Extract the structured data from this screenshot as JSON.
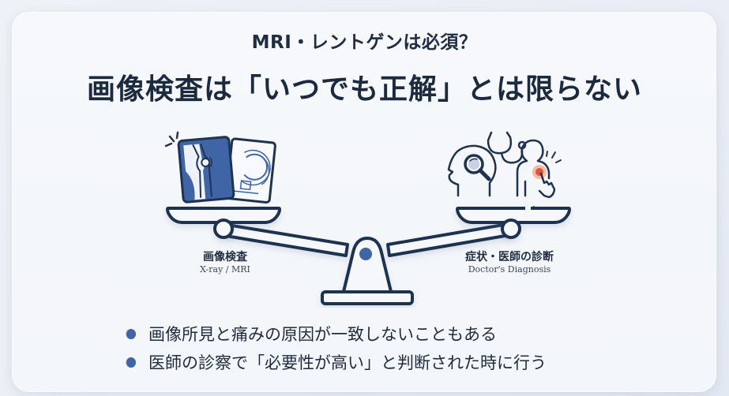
{
  "header": {
    "subtitle": "MRI・レントゲンは必須？",
    "title": "画像検査は「いつでも正解」とは限らない"
  },
  "scale": {
    "left": {
      "label_jp": "画像検査",
      "label_en": "X-ray / MRI",
      "icon": "xray-mri-icon"
    },
    "right": {
      "label_jp": "症状・医師の診断",
      "label_en": "Doctor's Diagnosis",
      "icon": "doctor-diagnosis-icon"
    }
  },
  "bullets": [
    {
      "text": "画像所見と痛みの原因が一致しないこともある"
    },
    {
      "text": "医師の診察で「必要性が高い」と判断された時に行う"
    }
  ],
  "colors": {
    "navy": "#1f3350",
    "accent_blue": "#3f65a6",
    "pain_red": "#e0533f",
    "pain_orange": "#f4a37c",
    "background": "#eef2f7"
  }
}
